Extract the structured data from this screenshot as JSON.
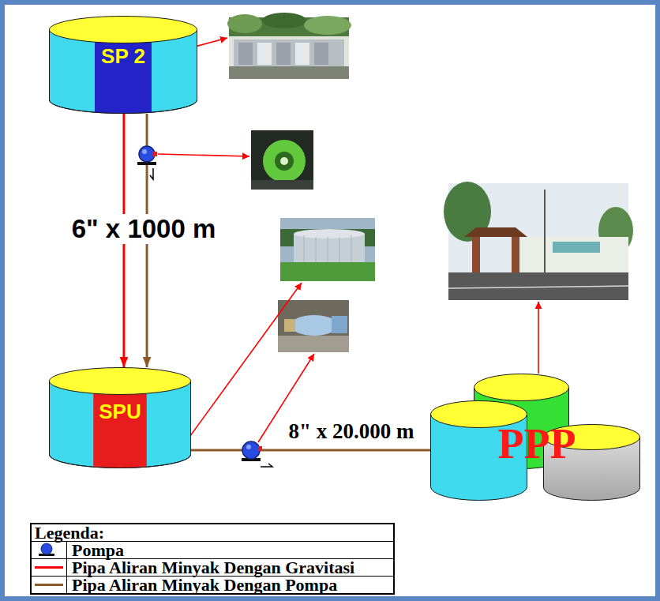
{
  "diagram": {
    "nodes": [
      {
        "text": [
          "SP 2"
        ]
      },
      {
        "text": [
          "SPU"
        ]
      },
      {
        "text": [
          "PPP"
        ]
      }
    ],
    "edges": [
      {
        "from": 0,
        "to": 1,
        "arrow": "to",
        "label": "6\" x 1000 m"
      },
      {
        "from": 0,
        "to": 1,
        "arrow": "to"
      },
      {
        "from": 1,
        "to": 2,
        "arrow": "none",
        "label": "8\" x 20.000 m"
      }
    ],
    "labels": [
      "Legenda:"
    ],
    "legend": [
      {
        "text": "Pompa"
      },
      {
        "text": "Pipa Aliran Minyak Dengan Gravitasi"
      },
      {
        "text": "Pipa Aliran Minyak Dengan Pompa"
      }
    ]
  }
}
